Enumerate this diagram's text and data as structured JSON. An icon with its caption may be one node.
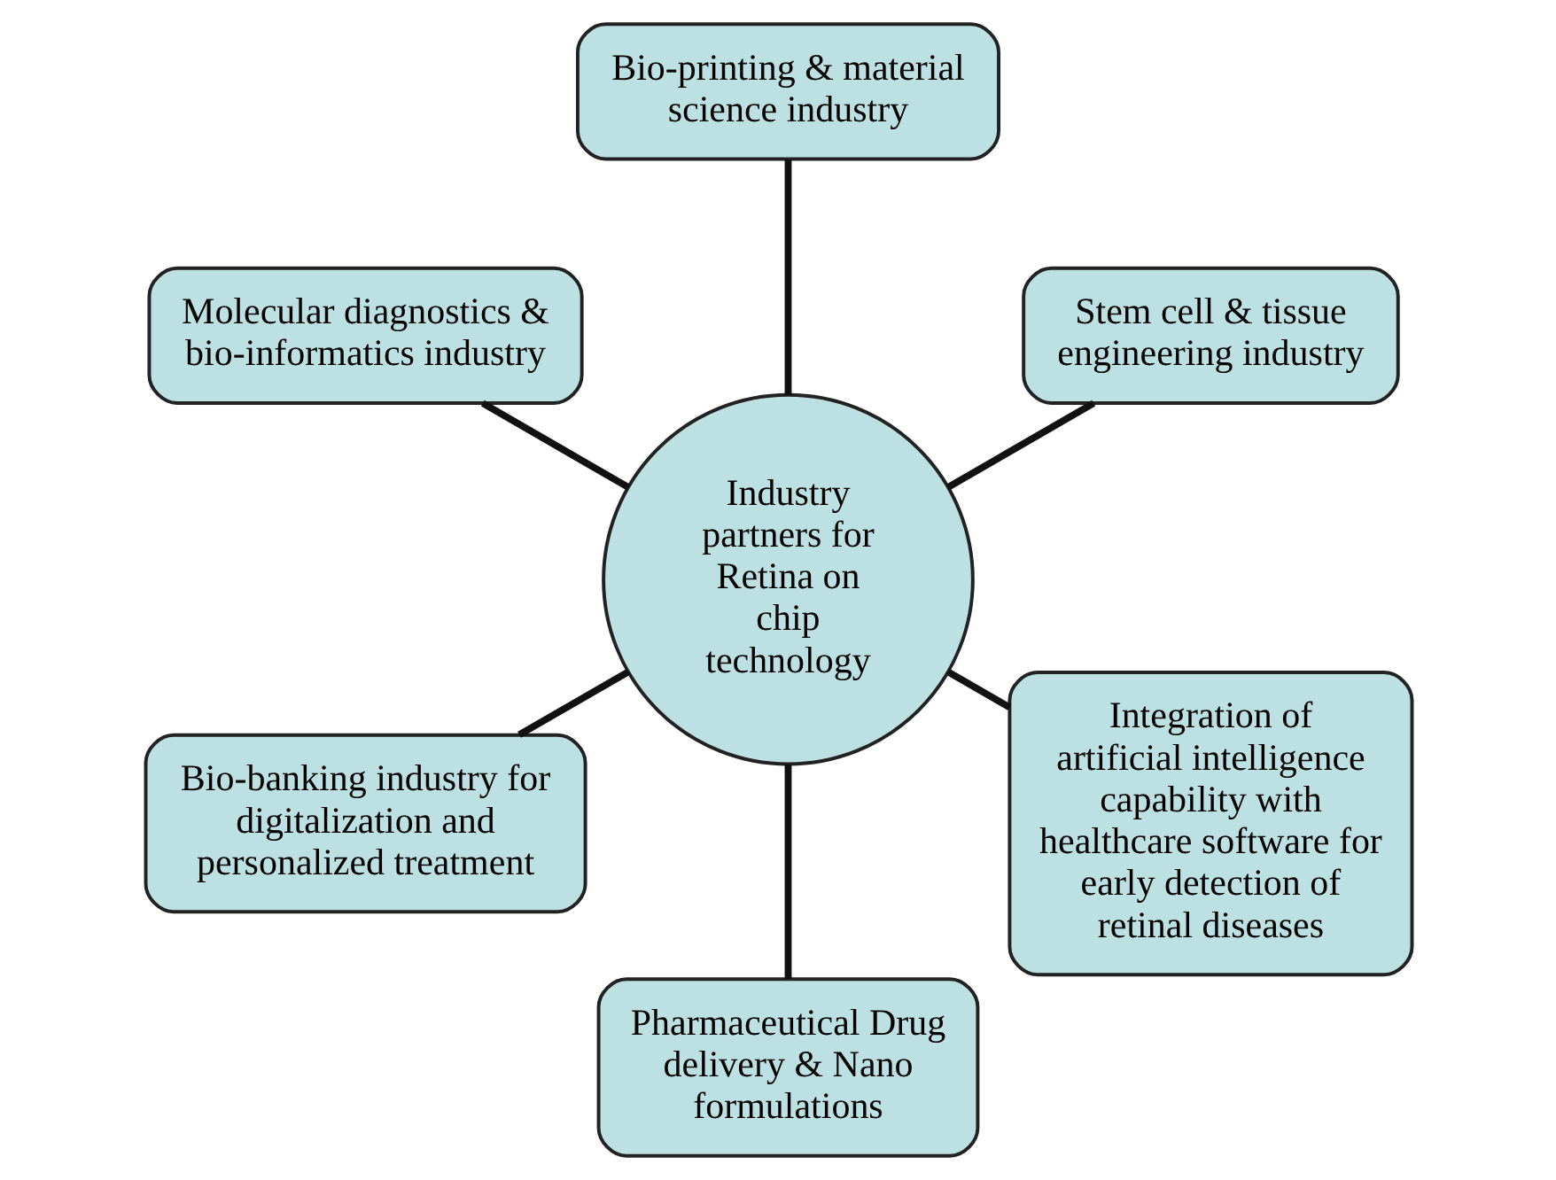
{
  "diagram": {
    "nodes": [
      {
        "text": [
          "Stem cell & tissue engineering industry"
        ]
      },
      {
        "text": [
          "Bio-printing & material science industry"
        ]
      },
      {
        "text": [
          "Molecular diagnostics & bio-informatics industry"
        ]
      },
      {
        "text": [
          "Industry partners for Retina on chip technology"
        ]
      },
      {
        "text": [
          "Bio-banking industry for digitalization and personalized treatment"
        ]
      },
      {
        "text": [
          "Pharmaceutical Drug delivery & Nano formulations"
        ]
      },
      {
        "text": [
          "Integration of artificial intelligence capability with healthcare software for early detection of retinal diseases"
        ]
      }
    ],
    "edges": [
      {
        "from": 3,
        "to": 0,
        "arrow": "none"
      },
      {
        "from": 3,
        "to": 1,
        "arrow": "none"
      },
      {
        "from": 3,
        "to": 2,
        "arrow": "none"
      },
      {
        "from": 3,
        "to": 4,
        "arrow": "none"
      },
      {
        "from": 3,
        "to": 5,
        "arrow": "none"
      },
      {
        "from": 3,
        "to": 6,
        "arrow": "none"
      }
    ]
  }
}
